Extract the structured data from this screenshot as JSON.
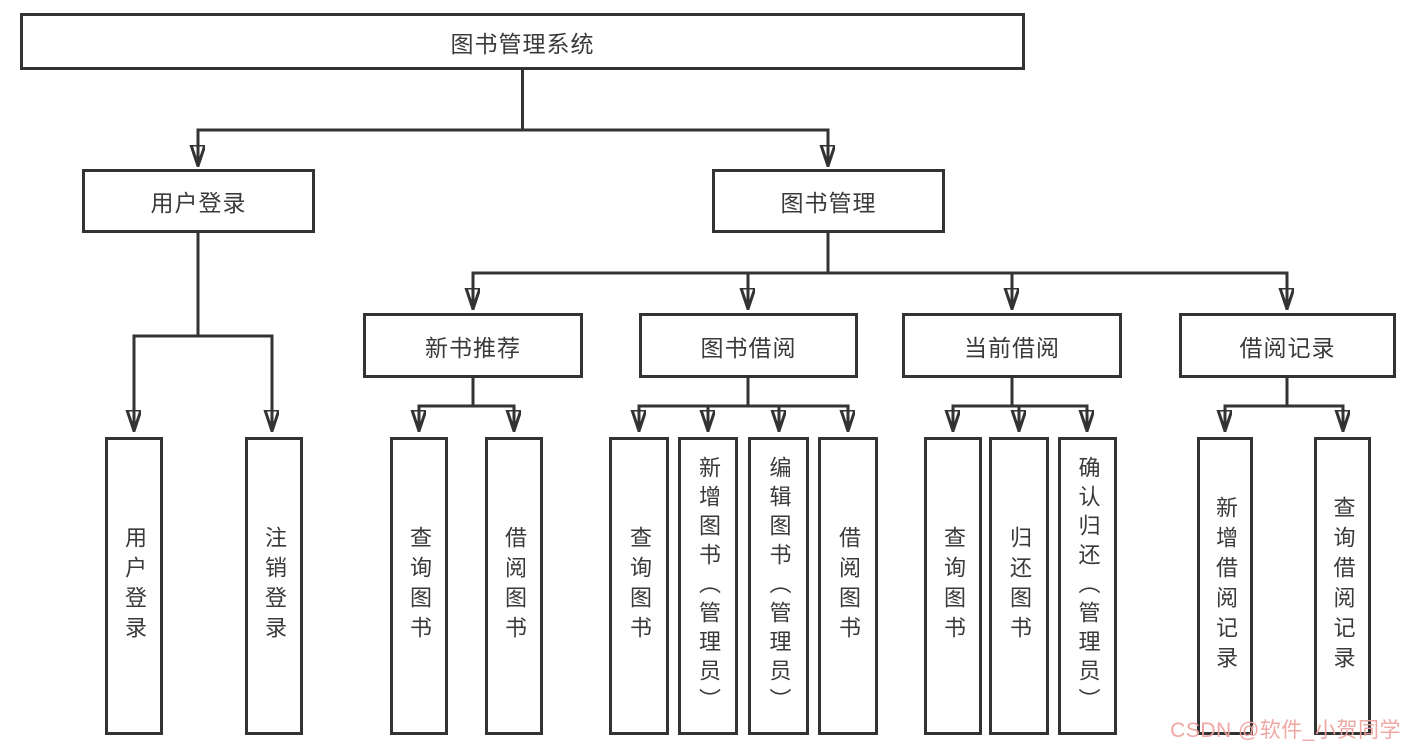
{
  "diagram": {
    "type": "hierarchy-tree",
    "root": {
      "label": "图书管理系统"
    },
    "level2": [
      {
        "label": "用户登录"
      },
      {
        "label": "图书管理"
      }
    ],
    "level3": [
      {
        "label": "新书推荐",
        "parent": "图书管理"
      },
      {
        "label": "图书借阅",
        "parent": "图书管理"
      },
      {
        "label": "当前借阅",
        "parent": "图书管理"
      },
      {
        "label": "借阅记录",
        "parent": "图书管理"
      }
    ],
    "leaves": [
      {
        "label": "用户登录",
        "parent": "用户登录"
      },
      {
        "label": "注销登录",
        "parent": "用户登录"
      },
      {
        "label": "查询图书",
        "parent": "新书推荐"
      },
      {
        "label": "借阅图书",
        "parent": "新书推荐"
      },
      {
        "label": "查询图书",
        "parent": "图书借阅"
      },
      {
        "label": "新增图书（管理员）",
        "parent": "图书借阅"
      },
      {
        "label": "编辑图书（管理员）",
        "parent": "图书借阅"
      },
      {
        "label": "借阅图书",
        "parent": "图书借阅"
      },
      {
        "label": "查询图书",
        "parent": "当前借阅"
      },
      {
        "label": "归还图书",
        "parent": "当前借阅"
      },
      {
        "label": "确认归还（管理员）",
        "parent": "当前借阅"
      },
      {
        "label": "新增借阅记录",
        "parent": "借阅记录"
      },
      {
        "label": "查询借阅记录",
        "parent": "借阅记录"
      }
    ],
    "colors": {
      "line": "#333333",
      "text": "#3a3a3a",
      "background": "#ffffff",
      "watermark": "#eea29e"
    }
  },
  "watermark": {
    "text": "CSDN @软件_小贺同学"
  }
}
